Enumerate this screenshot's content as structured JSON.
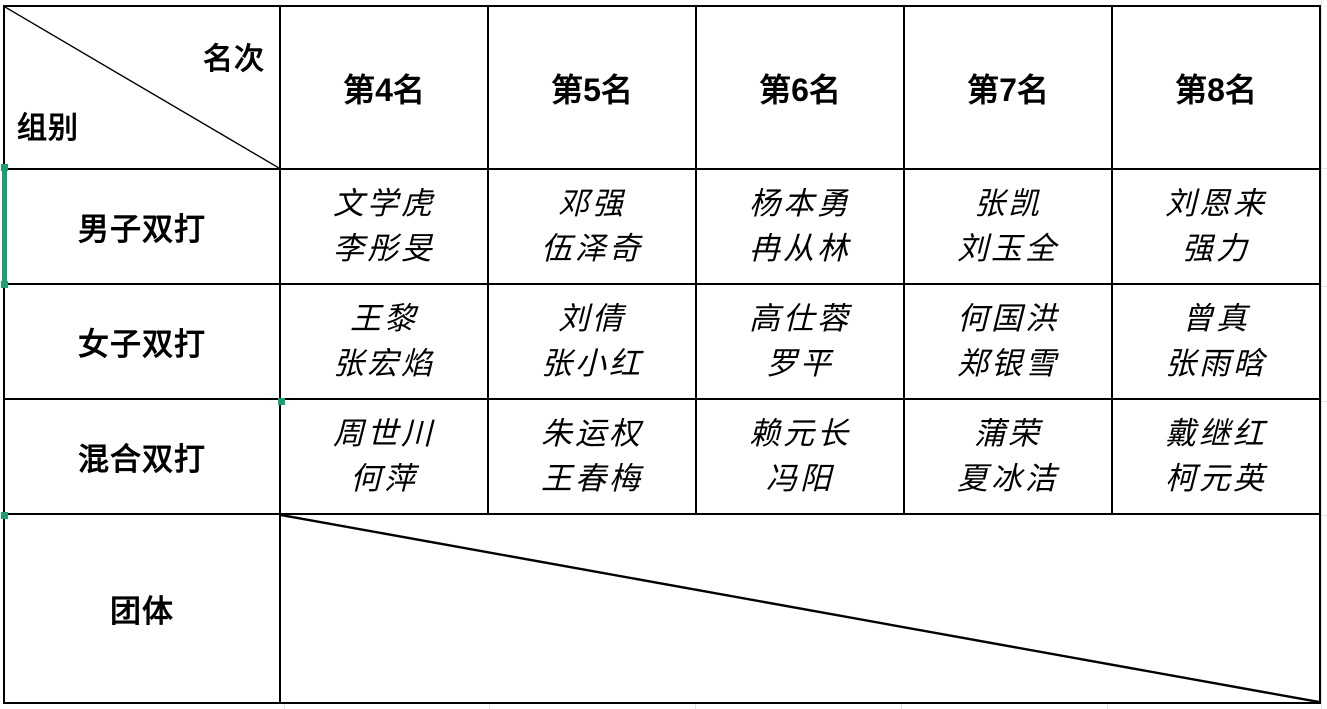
{
  "table": {
    "corner": {
      "rank_axis_label": "名次",
      "group_axis_label": "组别",
      "diagonal_icon": "diagonal-split-line"
    },
    "rank_headers": [
      {
        "label": "第4名"
      },
      {
        "label": "第5名"
      },
      {
        "label": "第6名"
      },
      {
        "label": "第7名"
      },
      {
        "label": "第8名"
      }
    ],
    "rows": [
      {
        "group": "男子双打",
        "cells": [
          {
            "line1": "文学虎",
            "line2": "李彤旻"
          },
          {
            "line1": "邓强",
            "line2": "伍泽奇"
          },
          {
            "line1": "杨本勇",
            "line2": "冉从林"
          },
          {
            "line1": "张凯",
            "line2": "刘玉全"
          },
          {
            "line1": "刘恩来",
            "line2": "强力"
          }
        ]
      },
      {
        "group": "女子双打",
        "cells": [
          {
            "line1": "王黎",
            "line2": "张宏焰"
          },
          {
            "line1": "刘倩",
            "line2": "张小红"
          },
          {
            "line1": "高仕蓉",
            "line2": "罗平"
          },
          {
            "line1": "何国洪",
            "line2": "郑银雪"
          },
          {
            "line1": "曾真",
            "line2": "张雨晗"
          }
        ]
      },
      {
        "group": "混合双打",
        "cells": [
          {
            "line1": "周世川",
            "line2": "何萍"
          },
          {
            "line1": "朱运权",
            "line2": "王春梅"
          },
          {
            "line1": "赖元长",
            "line2": "冯阳"
          },
          {
            "line1": "蒲荣",
            "line2": "夏冰洁"
          },
          {
            "line1": "戴继红",
            "line2": "柯元英"
          }
        ]
      }
    ],
    "team_row": {
      "group": "团体",
      "merged_cell_content": "",
      "diagonal_icon": "diagonal-strike-line"
    }
  },
  "selection": {
    "color": "#1e9e72",
    "target_row": "男子双打"
  },
  "colors": {
    "border": "#000000",
    "background": "#ffffff",
    "text": "#000000",
    "gridline": "#e2e2e2",
    "selection": "#1e9e72"
  }
}
